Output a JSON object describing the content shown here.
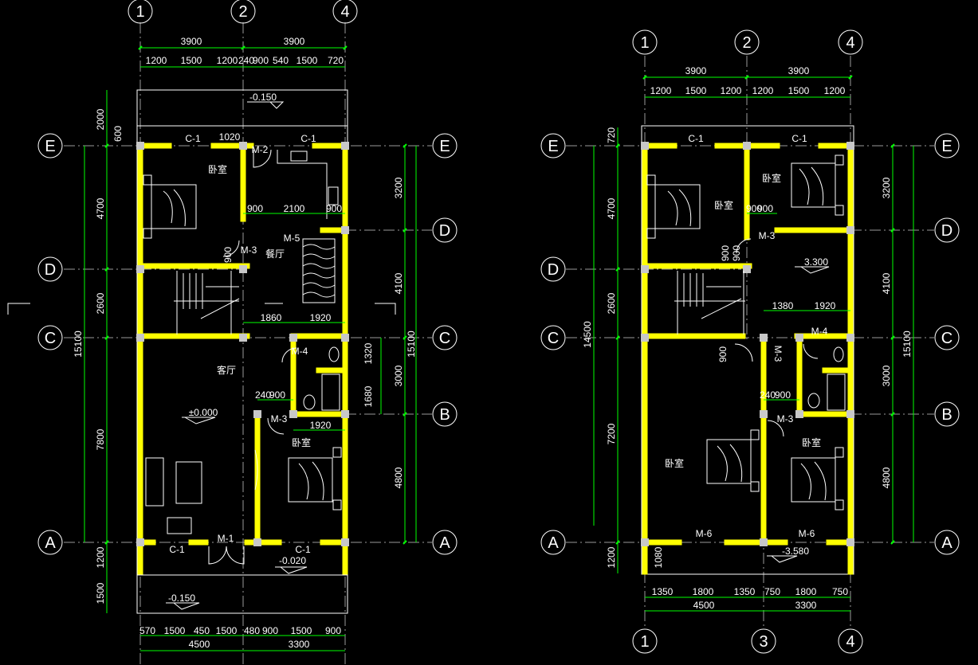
{
  "left_plan": {
    "axes_top": [
      "1",
      "2",
      "4"
    ],
    "axes_bottom": [],
    "axes_rows": [
      "E",
      "D",
      "C",
      "B",
      "A"
    ],
    "dims_top_total": [
      "3900",
      "3900"
    ],
    "dims_top_detail": [
      "1200",
      "1500",
      "1200",
      "240",
      "900",
      "540",
      "1500",
      "720"
    ],
    "dims_bottom_detail": [
      "570",
      "1500",
      "450",
      "1500",
      "480",
      "900",
      "1500",
      "900"
    ],
    "dims_bottom_total": [
      "4500",
      "3300"
    ],
    "dims_left_detail": [
      "2000",
      "600",
      "4700",
      "2600",
      "7800",
      "1200",
      "1500"
    ],
    "dims_left_total": "15100",
    "dims_right_detail": [
      "3200",
      "4100",
      "3000",
      "4800"
    ],
    "dims_right_total": "15100",
    "dims_right_inner": [
      "1320",
      "1680"
    ],
    "internal_dims": [
      "900",
      "2100",
      "900",
      "1860",
      "1920",
      "240",
      "900",
      "1920",
      "900"
    ],
    "levels": [
      "-0.150",
      "±0.000",
      "-0.020",
      "-0.150"
    ],
    "rooms": [
      "卧室",
      "餐厅",
      "客厅",
      "卧室"
    ],
    "labels": [
      "C-1",
      "M-2",
      "C-1",
      "M-5",
      "M-3",
      "M-4",
      "M-3",
      "C-1",
      "M-1",
      "C-1",
      "1020"
    ]
  },
  "right_plan": {
    "axes_top": [
      "1",
      "2",
      "4"
    ],
    "axes_bottom": [
      "1",
      "3",
      "4"
    ],
    "axes_rows": [
      "E",
      "D",
      "C",
      "B",
      "A"
    ],
    "dims_top_total": [
      "3900",
      "3900"
    ],
    "dims_top_detail": [
      "1200",
      "1500",
      "1200",
      "1200",
      "1500",
      "1200"
    ],
    "dims_bottom_detail": [
      "1350",
      "1800",
      "1350",
      "750",
      "1800",
      "750"
    ],
    "dims_bottom_total": [
      "4500",
      "3300"
    ],
    "dims_left_detail": [
      "720",
      "4700",
      "2600",
      "7200",
      "1200",
      "1080"
    ],
    "dims_left_total": "14500",
    "dims_right_detail": [
      "3200",
      "4100",
      "3000",
      "4800"
    ],
    "dims_right_total": "15100",
    "internal_dims": [
      "900",
      "900",
      "900",
      "900",
      "1380",
      "1920",
      "900",
      "240",
      "900"
    ],
    "levels": [
      "3.300",
      "-3.580"
    ],
    "rooms": [
      "卧室",
      "卧室",
      "卧室",
      "卧室"
    ],
    "labels": [
      "C-1",
      "C-1",
      "M-3",
      "M-4",
      "M-3",
      "M-3",
      "M-6",
      "M-6"
    ]
  },
  "colors": {
    "wall": "#ffff00",
    "dimension": "#00ff00",
    "axis": "#ffffff",
    "background": "#000000"
  }
}
